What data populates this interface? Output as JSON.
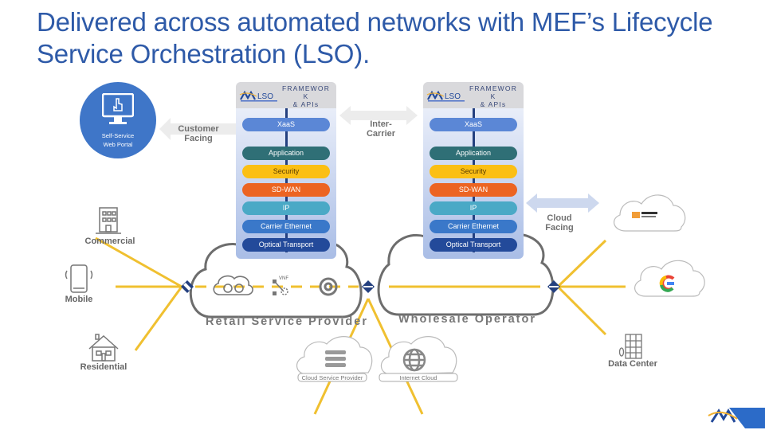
{
  "title": "Delivered across automated networks with MEF’s Lifecycle Service Orchestration (LSO).",
  "portal": {
    "line1": "Self-Service",
    "line2": "Web Portal",
    "icon": "monitor-touch-icon"
  },
  "arrows": {
    "customer": {
      "line1": "Customer",
      "line2": "Facing"
    },
    "intercarrier": {
      "line1": "Inter-",
      "line2": "Carrier"
    },
    "cloud": {
      "line1": "Cloud",
      "line2": "Facing"
    }
  },
  "stacks": [
    {
      "name": "retail",
      "header": {
        "line1": "FRAMEWOR",
        "line2": "K",
        "line3": "& APIs",
        "logo": "MEF LSO"
      },
      "layers": [
        {
          "label": "XaaS",
          "color": "#5b87d6"
        },
        {
          "label": "Application",
          "color": "#2f6f76"
        },
        {
          "label": "Security",
          "color": "#fbbf14"
        },
        {
          "label": "SD-WAN",
          "color": "#ec6422"
        },
        {
          "label": "IP",
          "color": "#4aa9c6"
        },
        {
          "label": "Carrier Ethernet",
          "color": "#3a78c9"
        },
        {
          "label": "Optical Transport",
          "color": "#234a9a"
        }
      ]
    },
    {
      "name": "wholesale",
      "header": {
        "line1": "FRAMEWOR",
        "line2": "K",
        "line3": "& APIs",
        "logo": "MEF LSO"
      },
      "layers": [
        {
          "label": "XaaS",
          "color": "#5b87d6"
        },
        {
          "label": "Application",
          "color": "#2f6f76"
        },
        {
          "label": "Security",
          "color": "#fbbf14"
        },
        {
          "label": "SD-WAN",
          "color": "#ec6422"
        },
        {
          "label": "IP",
          "color": "#4aa9c6"
        },
        {
          "label": "Carrier Ethernet",
          "color": "#3a78c9"
        },
        {
          "label": "Optical Transport",
          "color": "#234a9a"
        }
      ]
    }
  ],
  "endpoints": {
    "commercial": "Commercial",
    "mobile": "Mobile",
    "residential": "Residential",
    "data_center": "Data Center"
  },
  "clouds": {
    "retail": "Retail Service Provider",
    "wholesale": "Wholesale Operator",
    "cloud_service_provider": "Cloud Service Provider",
    "internet_cloud": "Internet Cloud",
    "vnf": "VNF"
  },
  "colors": {
    "link": "#f0c030",
    "connector": "#24407f",
    "cloud_outline": "#6d6d6d",
    "title": "#2e5aa8"
  }
}
